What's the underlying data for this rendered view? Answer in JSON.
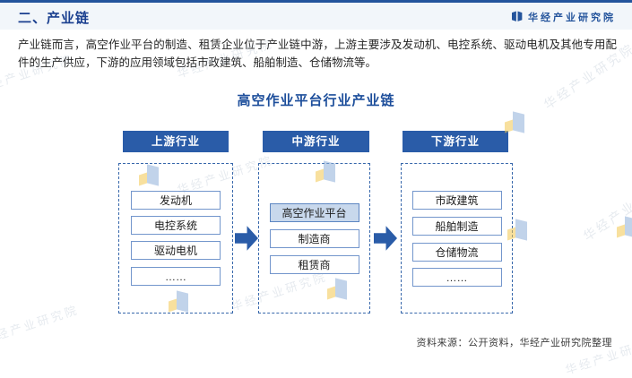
{
  "page": {
    "section_title": "二、产业链",
    "brand": "华经产业研究院",
    "paragraph": "产业链而言，高空作业平台的制造、租赁企业位于产业链中游，上游主要涉及发动机、电控系统、驱动电机及其他专用配件的生产供应，下游的应用领域包括市政建筑、船舶制造、仓储物流等。",
    "source_note": "资料来源：公开资料，华经产业研究院整理",
    "watermark_text": "华经产业研究院"
  },
  "diagram": {
    "title": "高空作业平台行业产业链",
    "columns": [
      {
        "header": "上游行业",
        "items": [
          "发动机",
          "电控系统",
          "驱动电机",
          "……"
        ]
      },
      {
        "header": "中游行业",
        "items": [
          "高空作业平台",
          "制造商",
          "租赁商"
        ],
        "highlighted_item": "高空作业平台"
      },
      {
        "header": "下游行业",
        "items": [
          "市政建筑",
          "船舶制造",
          "仓储物流",
          "……"
        ]
      }
    ]
  },
  "colors": {
    "primary_blue": "#2a5ca8",
    "title_blue": "#1d4e9b",
    "highlight_fill": "#c8d8ec",
    "box_border": "#7396cc",
    "dashed_border": "#3767ab",
    "top_accent": "#24549c"
  }
}
